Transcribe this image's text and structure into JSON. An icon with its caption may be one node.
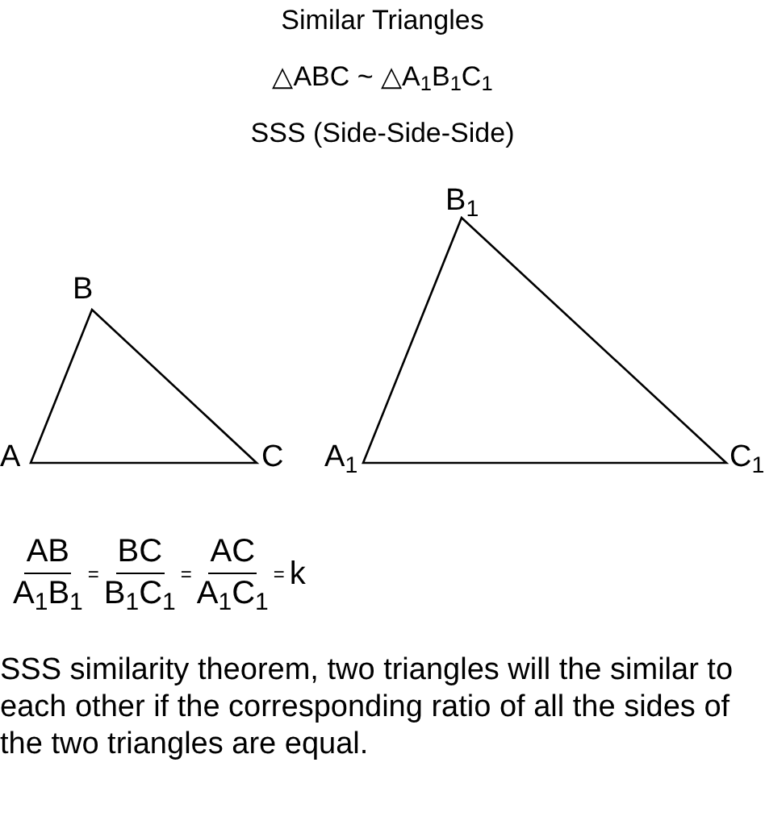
{
  "diagram": {
    "title": "Similar Triangles",
    "labels": [
      "△ABC ~ △A$_{1}$B$_{1}$C$_{1}$",
      "SSS (Side-Side-Side)",
      "B",
      "A",
      "C",
      "B$_{1}$",
      "A$_{1}$",
      "C$_{1}$",
      "AB",
      "A$_{1}$B$_{1}$",
      "=",
      "BC",
      "B$_{1}$C$_{1}$",
      "=",
      "AC",
      "A$_{1}$C$_{1}$",
      "=",
      "k"
    ],
    "caption": "SSS similarity theorem, two triangles will the similar to each other if the corresponding ratio of all the sides of the two triangles are equal."
  }
}
